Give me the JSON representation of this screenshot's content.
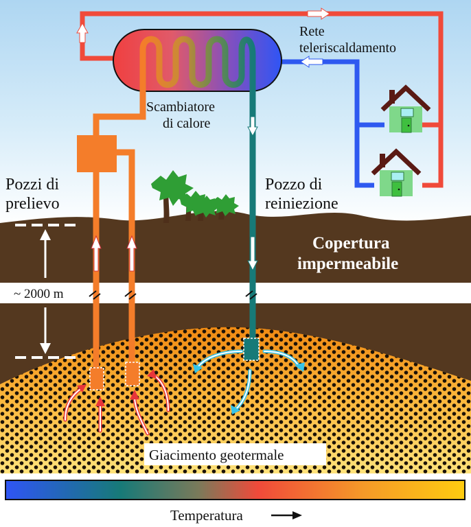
{
  "labels": {
    "scambiatore_line1": "Scambiatore",
    "scambiatore_line2": "di calore",
    "rete_line1": "Rete",
    "rete_line2": "teleriscaldamento",
    "pozzi_line1": "Pozzi di",
    "pozzi_line2": "prelievo",
    "pozzo_line1": "Pozzo di",
    "pozzo_line2": "reiniezione",
    "copertura_line1": "Copertura",
    "copertura_line2": "impermeabile",
    "depth": "~ 2000 m",
    "giacimento": "Giacimento geotermale",
    "temperatura": "Temperatura"
  },
  "colors": {
    "sky_top": "#aed6f2",
    "sky_bottom": "#ffffff",
    "soil": "#54381f",
    "reservoir_light": "#ffe27a",
    "reservoir_dark": "#f08a12",
    "dots": "#1b1208",
    "hot_pipe": "#f47d2a",
    "cold_pipe": "#177a78",
    "network_hot": "#f04a3a",
    "network_cold": "#2e59f0",
    "exchanger_hot": "#f04040",
    "exchanger_cold": "#2f55f5",
    "house_wall": "#7fd88a",
    "house_roof": "#5a1a14",
    "tree_green": "#2f9e35",
    "tree_trunk": "#4e2f1a",
    "flow_arrow_in": "#e8353a",
    "flow_arrow_out": "#36c4e8"
  },
  "temperature_bar": {
    "gradient": [
      "#2f55f5",
      "#177a78",
      "#7a7a5a",
      "#f04a3a",
      "#f59a28",
      "#ffcc10"
    ]
  }
}
